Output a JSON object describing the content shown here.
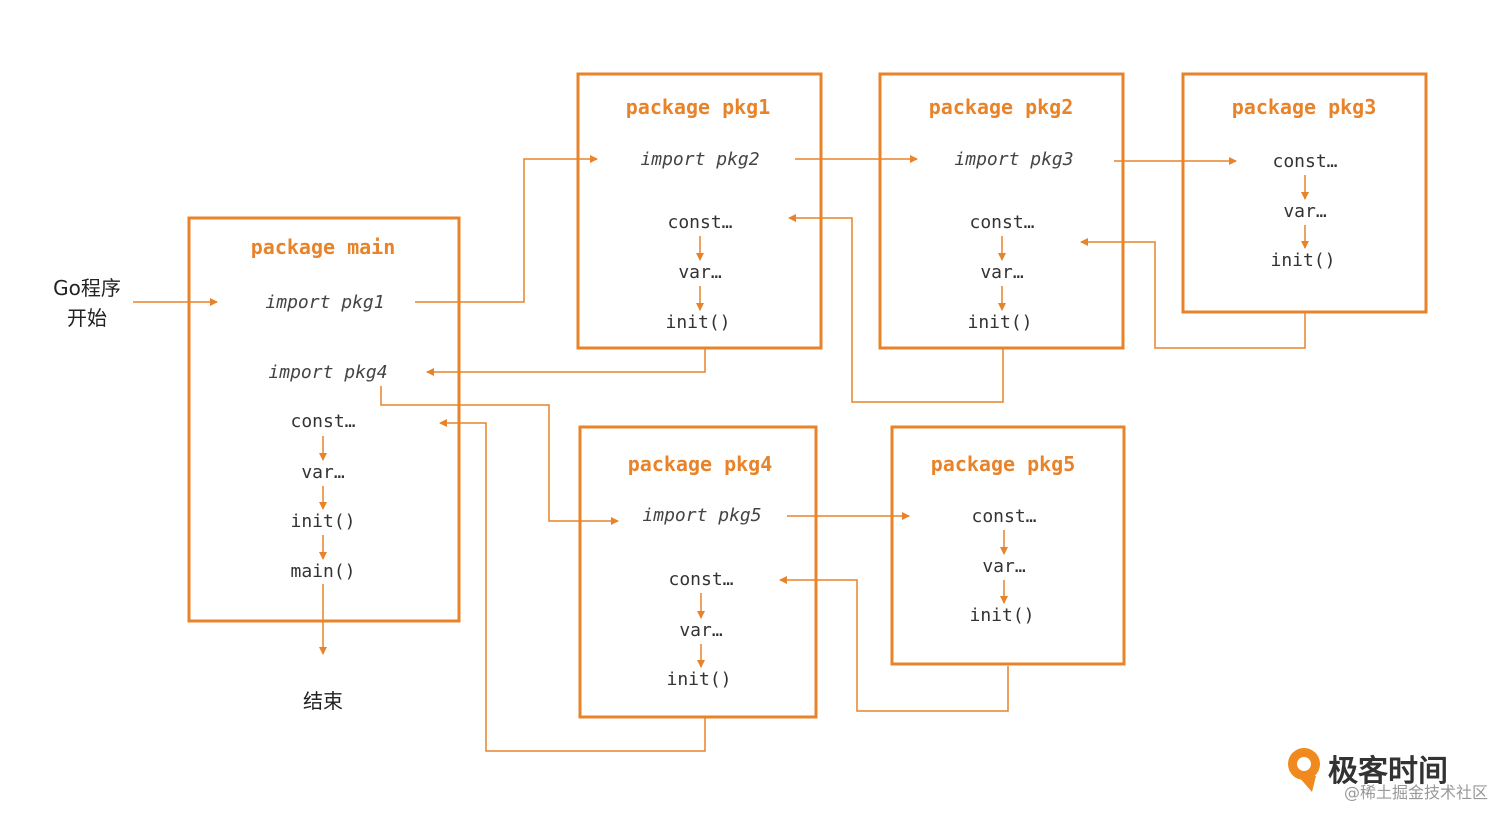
{
  "colors": {
    "accent": "#E8832A",
    "text": "#333333",
    "background": "#ffffff"
  },
  "start_label_line1": "Go程序",
  "start_label_line2": "开始",
  "end_label": "结束",
  "packages": {
    "main": {
      "title": "package main",
      "import1": "import pkg1",
      "import2": "import pkg4",
      "const": "const…",
      "var": "var…",
      "init": "init()",
      "main": "main()"
    },
    "pkg1": {
      "title": "package pkg1",
      "import": "import pkg2",
      "const": "const…",
      "var": "var…",
      "init": "init()"
    },
    "pkg2": {
      "title": "package pkg2",
      "import": "import pkg3",
      "const": "const…",
      "var": "var…",
      "init": "init()"
    },
    "pkg3": {
      "title": "package pkg3",
      "const": "const…",
      "var": "var…",
      "init": "init()"
    },
    "pkg4": {
      "title": "package pkg4",
      "import": "import pkg5",
      "const": "const…",
      "var": "var…",
      "init": "init()"
    },
    "pkg5": {
      "title": "package pkg5",
      "const": "const…",
      "var": "var…",
      "init": "init()"
    }
  },
  "logo": {
    "text": "极客时间",
    "icon": "geektime-logo-icon"
  },
  "watermark": "@稀土掘金技术社区"
}
